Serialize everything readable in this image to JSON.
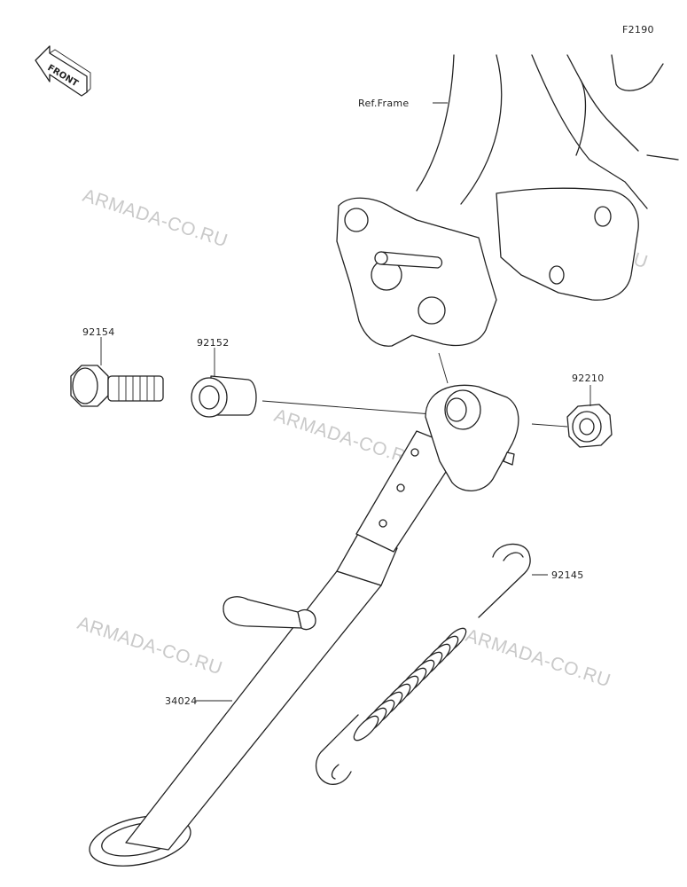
{
  "diagram": {
    "figure_code": "F2190",
    "front_label": "FRONT",
    "watermark": "ARMADA-CO.RU",
    "callouts": {
      "ref_frame": "Ref.Frame",
      "p92154": "92154",
      "p92152": "92152",
      "p92210": "92210",
      "p92145": "92145",
      "p34024": "34024"
    }
  }
}
